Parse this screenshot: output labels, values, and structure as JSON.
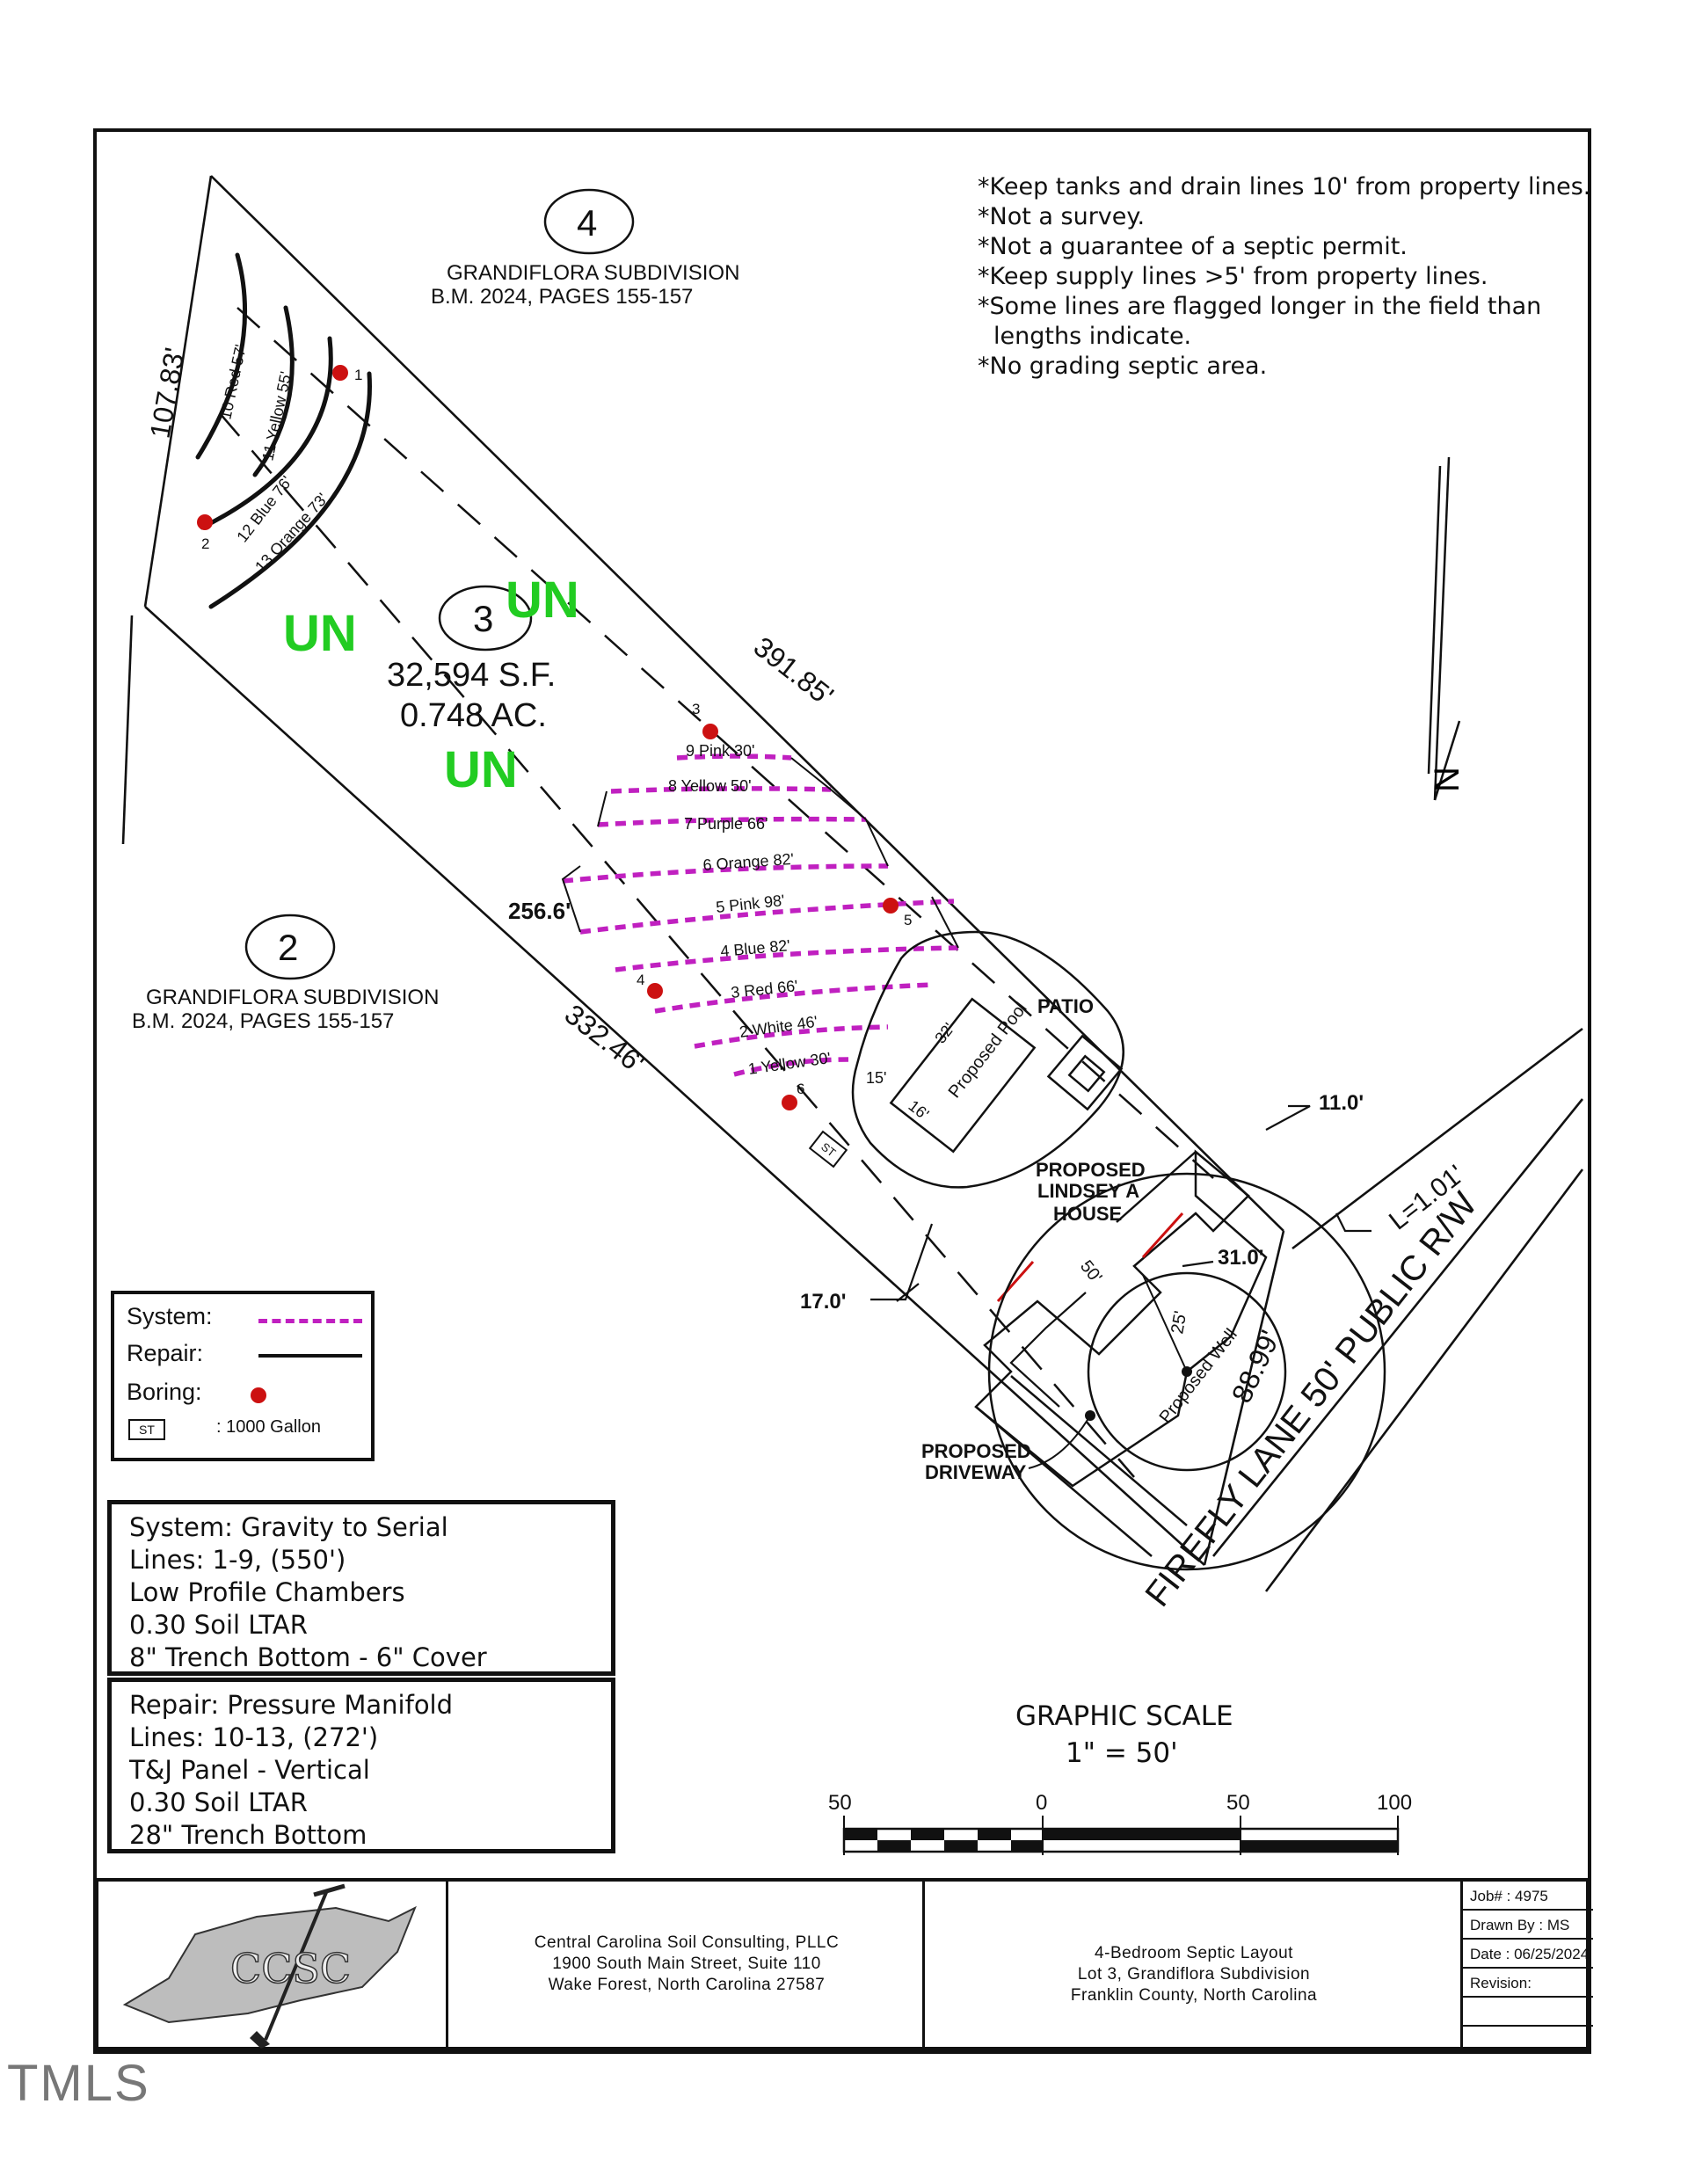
{
  "notes": [
    "*Keep tanks and drain lines 10' from property lines.",
    "*Not a survey.",
    "*Not a guarantee of a septic permit.",
    "*Keep supply lines >5' from property lines.",
    "*Some lines are flagged longer in the field than lengths indicate.",
    "*No grading septic area."
  ],
  "lots": {
    "lot4": {
      "number": "4",
      "subdivision": "GRANDIFLORA SUBDIVISION",
      "book": "B.M. 2024, PAGES 155-157"
    },
    "lot3": {
      "number": "3",
      "area_sf": "32,594 S.F.",
      "area_ac": "0.748 AC."
    },
    "lot2": {
      "number": "2",
      "subdivision": "GRANDIFLORA SUBDIVISION",
      "book": "B.M. 2024, PAGES 155-157"
    }
  },
  "unsuitable_label": "UN",
  "dimensions": {
    "northwest": "107.83'",
    "northeast": "391.85'",
    "southwest_upper": "256.6'",
    "southwest_lower": "332.46'",
    "frontage": "88.99'",
    "arc": "L=1.01'",
    "setback_11": "11.0'",
    "setback_17": "17.0'",
    "setback_31": "31.0'",
    "radius_25": "25'",
    "radius_50": "50'"
  },
  "system_lines": [
    "1 Yellow 30'",
    "2 White 46'",
    "3 Red 66'",
    "4 Blue 82'",
    "5 Pink 98'",
    "6 Orange 82'",
    "7 Purple 66'",
    "8 Yellow 50'",
    "9 Pink 30'"
  ],
  "repair_lines": [
    "10 Red 57'",
    "11 Yellow 55'",
    "12 Blue 76'",
    "13 Orange 73'"
  ],
  "borings": [
    "1",
    "2",
    "3",
    "4",
    "5",
    "6"
  ],
  "features": {
    "pool": "Proposed Pool",
    "pool_dim_a": "32'",
    "pool_dim_b": "15'",
    "pool_dim_c": "16'",
    "patio": "PATIO",
    "house_l1": "PROPOSED",
    "house_l2": "LINDSEY A",
    "house_l3": "HOUSE",
    "well": "Proposed Well",
    "driveway_l1": "PROPOSED",
    "driveway_l2": "DRIVEWAY",
    "tank": "ST",
    "road": "FIREFLY LANE 50' PUBLIC R/W",
    "north": "N"
  },
  "legend": {
    "system": "System:",
    "repair": "Repair:",
    "boring": "Boring:",
    "tank_symbol": "ST",
    "tank_desc": ": 1000 Gallon"
  },
  "system_box": [
    "System: Gravity to Serial",
    "Lines: 1-9, (550')",
    "Low Profile Chambers",
    "0.30 Soil LTAR",
    "8\" Trench Bottom - 6\" Cover"
  ],
  "repair_box": [
    "Repair: Pressure Manifold",
    "Lines: 10-13, (272')",
    "T&J Panel - Vertical",
    "0.30 Soil LTAR",
    "28\" Trench Bottom"
  ],
  "scale": {
    "title": "GRAPHIC SCALE",
    "ratio": "1\" = 50'",
    "ticks": [
      "50",
      "0",
      "50",
      "100"
    ]
  },
  "titleblock": {
    "logo": "CCSC",
    "company": [
      "Central Carolina Soil Consulting, PLLC",
      "1900 South Main Street, Suite 110",
      "Wake Forest, North Carolina 27587"
    ],
    "project": [
      "4-Bedroom Septic Layout",
      "Lot 3, Grandiflora Subdivision",
      "Franklin County, North Carolina"
    ],
    "job": "Job# : 4975",
    "drawn": "Drawn By : MS",
    "date": "Date : 06/25/2024",
    "revision": "Revision:"
  },
  "watermark": "TMLS",
  "colors": {
    "system": "#c020c0",
    "unsuitable": "#22cc22",
    "boring": "#cc1111",
    "line": "#111111"
  }
}
